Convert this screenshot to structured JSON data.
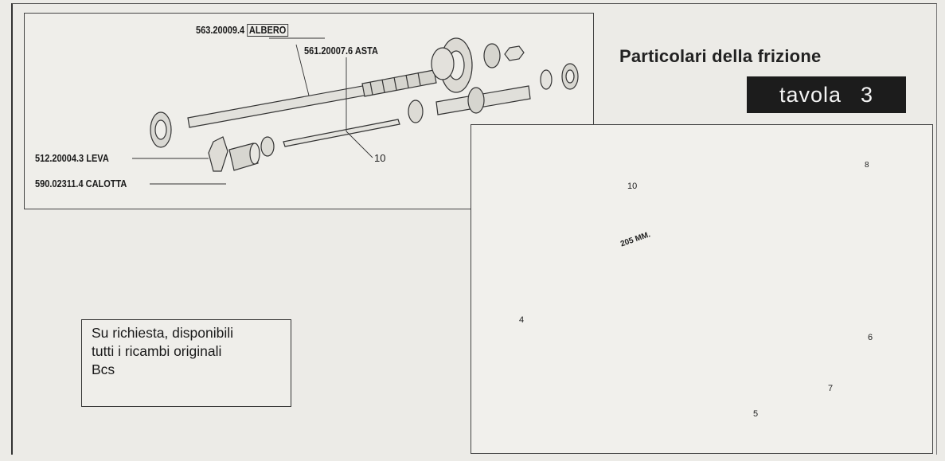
{
  "header": {
    "title": "Particolari della frizione",
    "tavola_label": "tavola",
    "tavola_number": "3"
  },
  "note": {
    "line1": "Su richiesta, disponibili",
    "line2": "tutti i ricambi originali",
    "line3": "Bcs"
  },
  "top_diagram": {
    "parts": [
      {
        "code": "563.20009.4",
        "name": "ALBERO"
      },
      {
        "code": "561.20007.6",
        "name": "ASTA"
      },
      {
        "code": "512.20004.3",
        "name": "LEVA"
      },
      {
        "code": "590.02311.4",
        "name": "CALOTTA"
      }
    ],
    "callout": "10"
  },
  "bottom_diagram": {
    "dimension": "205 MM.",
    "callouts": {
      "rod": "10",
      "spring_cap": "8",
      "plate": "4",
      "disc": "5",
      "spring": "6",
      "pressure_plate": "7"
    }
  }
}
